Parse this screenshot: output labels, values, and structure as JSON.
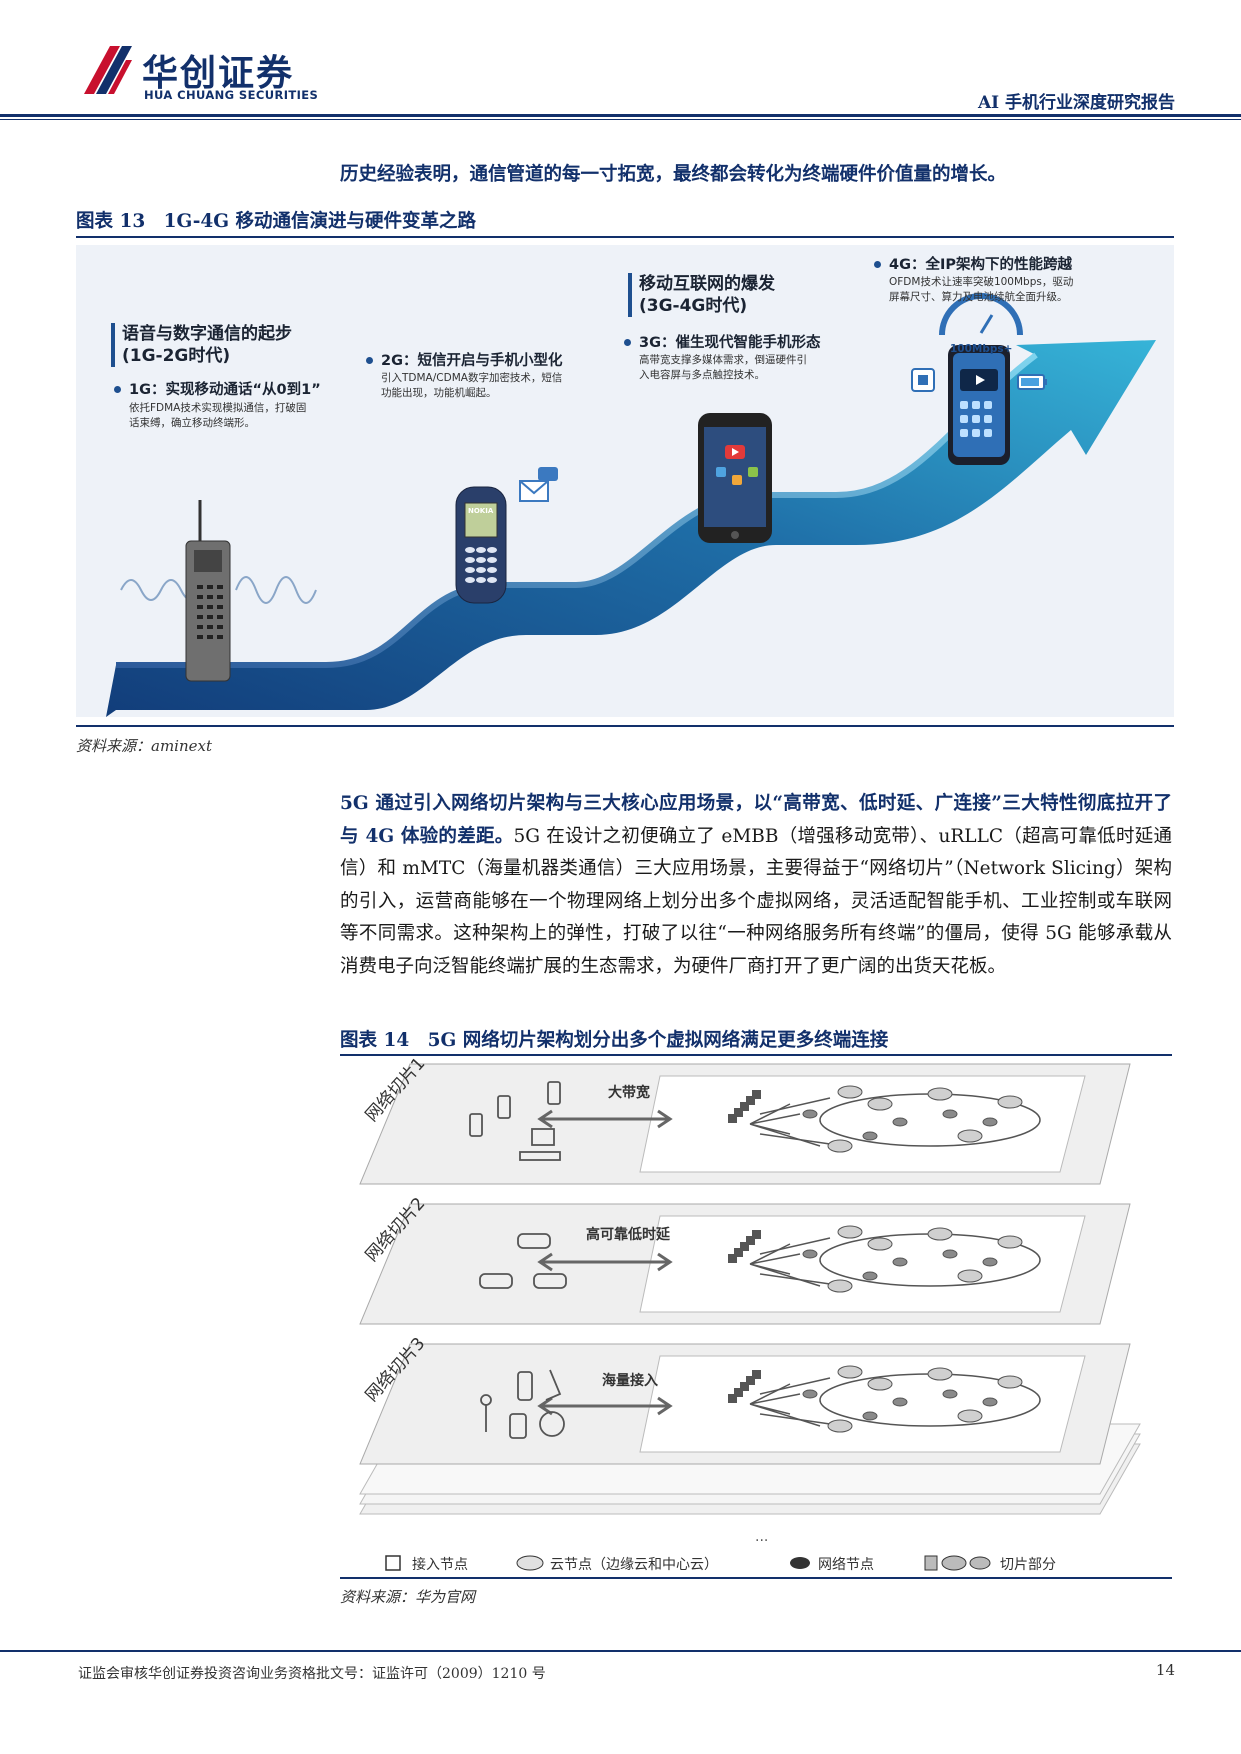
{
  "header": {
    "logo_cn": "华创证券",
    "logo_en": "HUA CHUANG SECURITIES",
    "report_title": "AI 手机行业深度研究报告"
  },
  "lead_sentence": "历史经验表明，通信管道的每一寸拓宽，最终都会转化为终端硬件价值量的增长。",
  "figure13": {
    "title": "图表 13　1G-4G 移动通信演进与硬件变革之路",
    "source": "资料来源：aminext",
    "stages": {
      "era1": "语音与数字通信的起步\n(1G-2G时代)",
      "g1_title": "1G：实现移动通话“从0到1”",
      "g1_desc": "依托FDMA技术实现模拟通信，打破固\n话束缚，确立移动终端形。",
      "g2_title": "2G：短信开启与手机小型化",
      "g2_desc": "引入TDMA/CDMA数字加密技术，短信\n功能出现，功能机崛起。",
      "era2": "移动互联网的爆发\n(3G-4G时代)",
      "g3_title": "3G：催生现代智能手机形态",
      "g3_desc": "高带宽支撑多媒体需求，倒逼硬件引\n入电容屏与多点触控技术。",
      "g4_title": "4G：全IP架构下的性能跨越",
      "g4_desc": "OFDM技术让速率突破100Mbps，驱动\n屏幕尺寸、算力及电池续航全面升级。",
      "speed": "100Mbps+",
      "nokia": "NOKIA"
    }
  },
  "paragraph": {
    "bold": "5G 通过引入网络切片架构与三大核心应用场景，以“高带宽、低时延、广连接”三大特性彻底拉开了与 4G 体验的差距。",
    "rest": "5G 在设计之初便确立了 eMBB（增强移动宽带）、uRLLC（超高可靠低时延通信）和 mMTC（海量机器类通信）三大应用场景，主要得益于“网络切片”（Network Slicing）架构的引入，运营商能够在一个物理网络上划分出多个虚拟网络，灵活适配智能手机、工业控制或车联网等不同需求。这种架构上的弹性，打破了以往“一种网络服务所有终端”的僵局，使得 5G 能够承载从消费电子向泛智能终端扩展的生态需求，为硬件厂商打开了更广阔的出货天花板。"
  },
  "figure14": {
    "title": "图表 14　5G 网络切片架构划分出多个虚拟网络满足更多终端连接",
    "source": "资料来源：华为官网",
    "slices": [
      {
        "label": "网络切片1",
        "arrow": "大带宽"
      },
      {
        "label": "网络切片2",
        "arrow": "高可靠低时延"
      },
      {
        "label": "网络切片3",
        "arrow": "海量接入"
      }
    ],
    "ellipsis": "...",
    "legend": [
      "接入节点",
      "云节点（边缘云和中心云）",
      "网络节点",
      "切片部分"
    ]
  },
  "footer": {
    "license": "证监会审核华创证券投资咨询业务资格批文号：证监许可（2009）1210 号",
    "page": "14"
  }
}
